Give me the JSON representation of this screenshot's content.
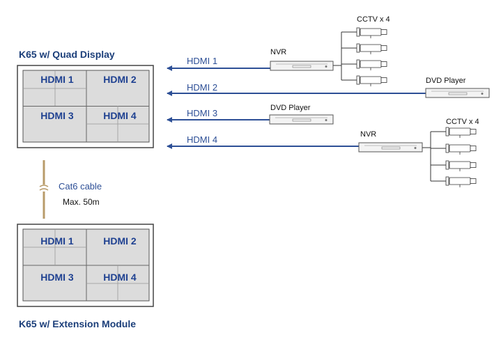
{
  "top_display": {
    "title": "K65 w/ Quad Display",
    "cells": [
      "HDMI 1",
      "HDMI 2",
      "HDMI 3",
      "HDMI 4"
    ]
  },
  "bottom_display": {
    "title": "K65 w/ Extension Module",
    "cells": [
      "HDMI 1",
      "HDMI 2",
      "HDMI 3",
      "HDMI 4"
    ]
  },
  "cable": {
    "label": "Cat6 cable",
    "length": "Max. 50m"
  },
  "inputs": [
    {
      "label": "HDMI 1",
      "source": "NVR"
    },
    {
      "label": "HDMI 2",
      "source": "DVD Player"
    },
    {
      "label": "HDMI 3",
      "source": "DVD Player"
    },
    {
      "label": "HDMI 4",
      "source": "NVR"
    }
  ],
  "camera_groups": [
    {
      "label": "CCTV x 4",
      "count": 4
    },
    {
      "label": "CCTV x 4",
      "count": 4
    }
  ],
  "colors": {
    "title": "#1c3f7a",
    "arrow": "#2d4f96",
    "cell_text": "#1f4191",
    "cable": "#b89b6a",
    "screen_fill": "#dcdcdc",
    "frame": "#444444"
  }
}
